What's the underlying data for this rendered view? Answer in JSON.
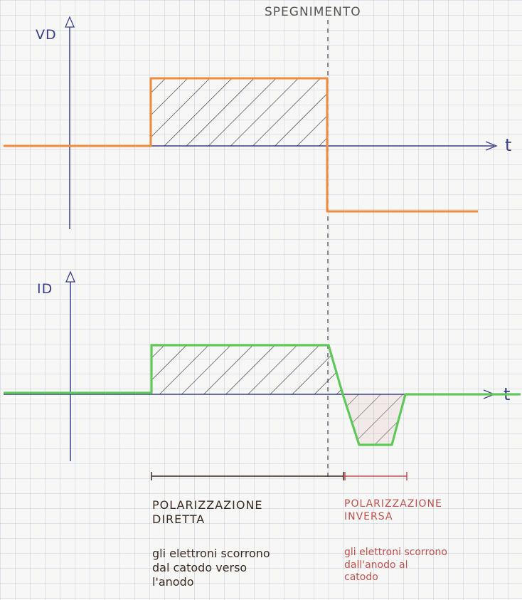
{
  "labels": {
    "title": "SPEGNIMENTO",
    "vd_axis": "VD",
    "id_axis": "ID",
    "time_axis_top": "t",
    "time_axis_bottom": "t"
  },
  "notes": {
    "forward_title": [
      "POLARIZZAZIONE",
      "DIRETTA"
    ],
    "forward_text": [
      "gli elettroni scorrono",
      "dal catodo verso",
      "l'anodo"
    ],
    "reverse_title": [
      "POLARIZZAZIONE",
      "INVERSA"
    ],
    "reverse_text": [
      "gli elettroni scorrono",
      "dall'anodo al",
      "catodo"
    ]
  },
  "colors": {
    "axis": "#3a3f8a",
    "voltage": "#f08a3c",
    "current": "#5ec95a",
    "hatch": "#333333",
    "dashed": "#444444",
    "forward_text": "#3a2a22",
    "reverse_text": "#c0504d"
  }
}
